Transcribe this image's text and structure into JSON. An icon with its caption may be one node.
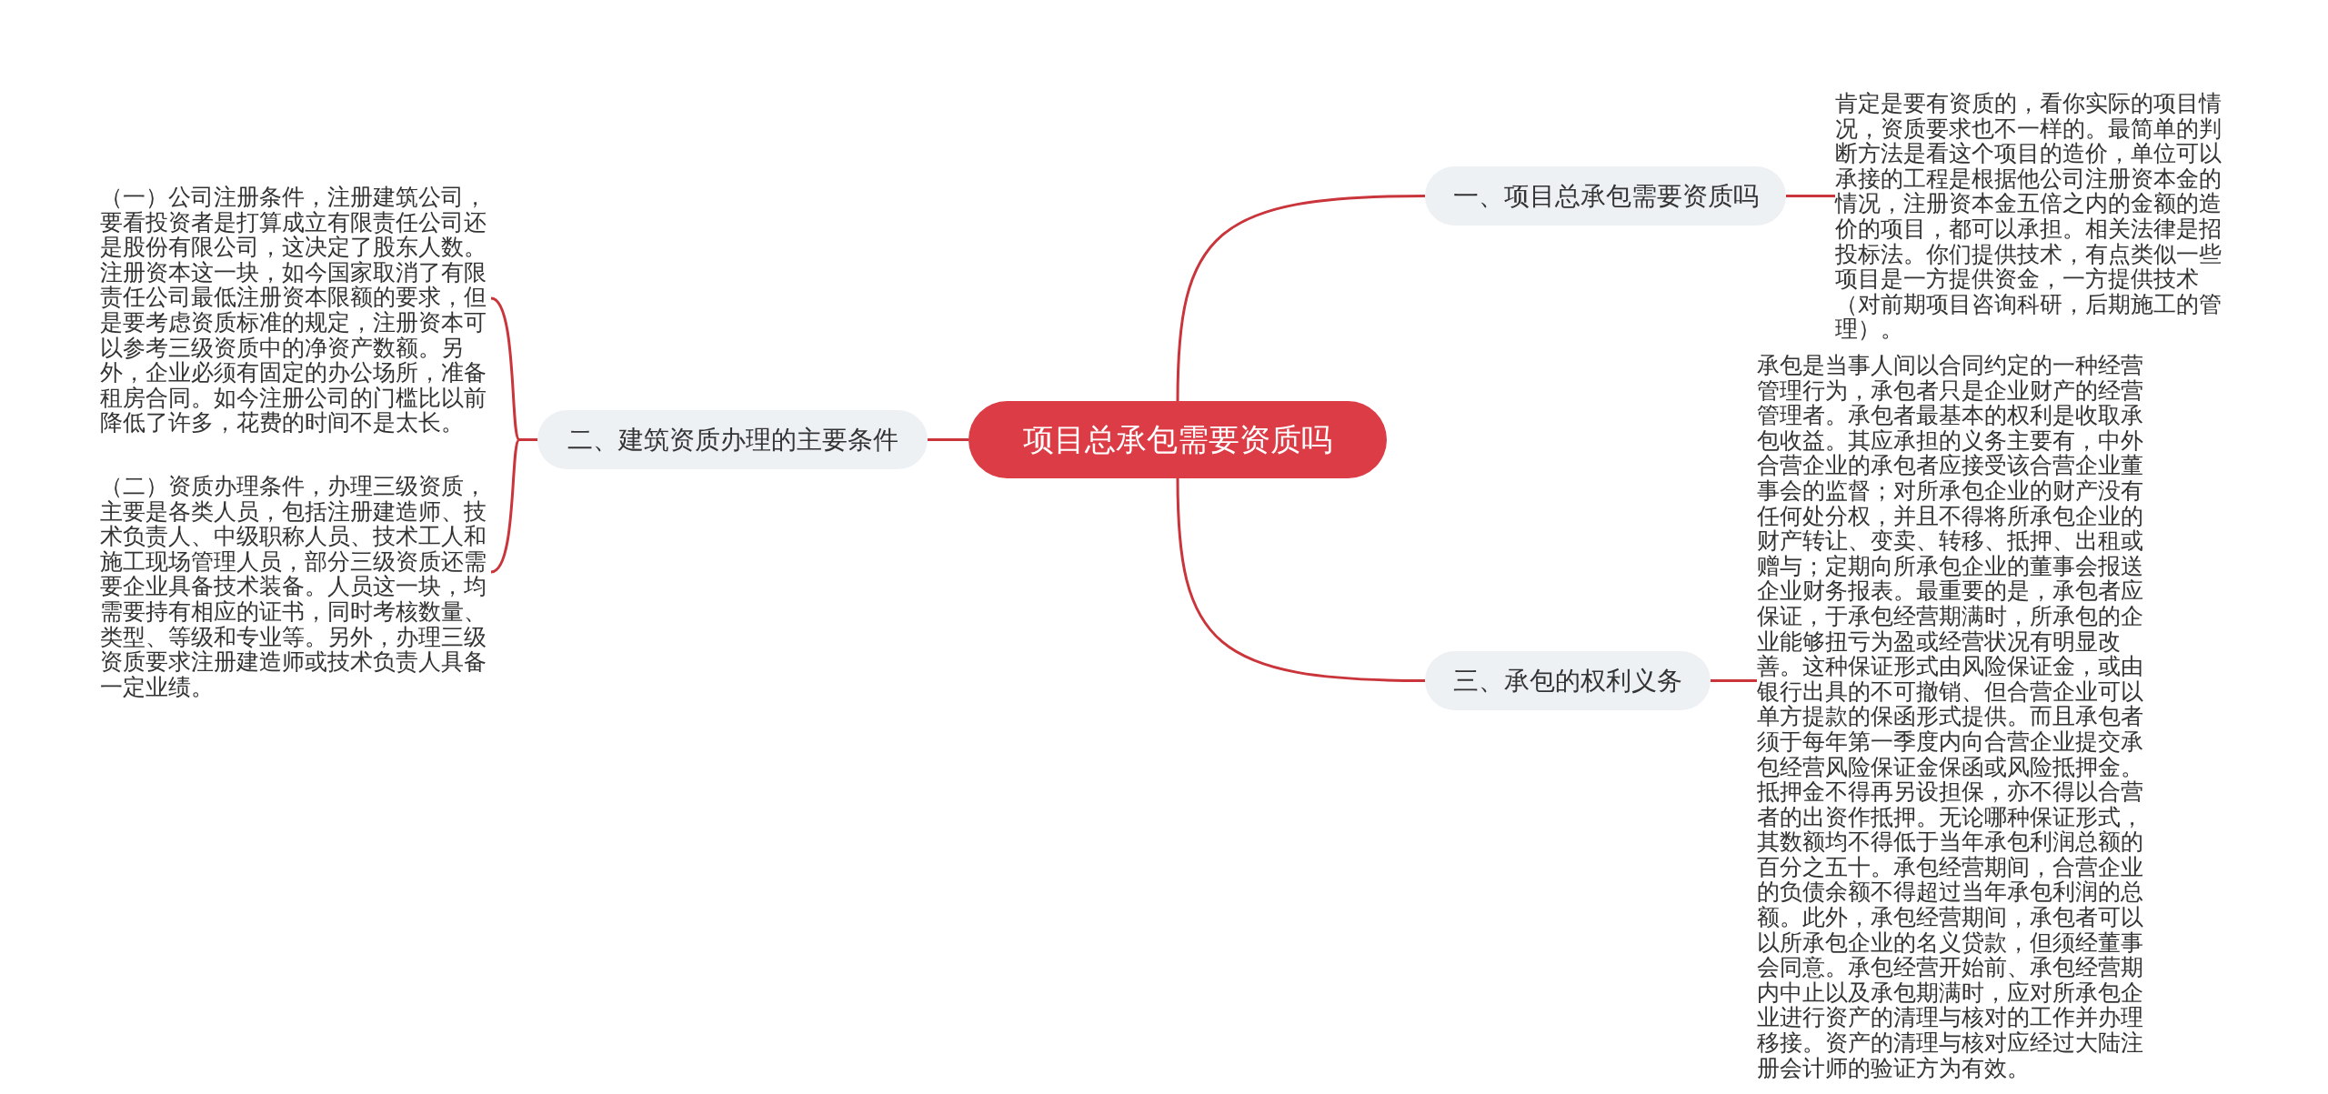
{
  "diagram": {
    "nodes": [
      {
        "text": [
          "项目总承包需要资质吗"
        ]
      },
      {
        "text": [
          "一、项目总承包需要资质吗"
        ]
      },
      {
        "text": [
          "肯定是要有资质的，看你实际的项目情况，资质要求也不一样的。最简单的判断方法是看这个项目的造价，单位可以承接的工程是根据他公司注册资本金的情况，注册资本金五倍之内的金额的造价的项目，都可以承担。相关法律是招投标法。你们提供技术，有点类似一些项目是一方提供资金，一方提供技术（对前期项目咨询科研，后期施工的管理）。"
        ]
      },
      {
        "text": [
          "二、建筑资质办理的主要条件"
        ]
      },
      {
        "text": [
          "（一）公司注册条件，注册建筑公司，要看投资者是打算成立有限责任公司还是股份有限公司，这决定了股东人数。注册资本这一块，如今国家取消了有限责任公司最低注册资本限额的要求，但是要考虑资质标准的规定，注册资本可以参考三级资质中的净资产数额。另外，企业必须有固定的办公场所，准备租房合同。如今注册公司的门槛比以前降低了许多，花费的时间不是太长。"
        ]
      },
      {
        "text": [
          "（二）资质办理条件，办理三级资质，主要是各类人员，包括注册建造师、技术负责人、中级职称人员、技术工人和施工现场管理人员，部分三级资质还需要企业具备技术装备。人员这一块，均需要持有相应的证书，同时考核数量、类型、等级和专业等。另外，办理三级资质要求注册建造师或技术负责人具备一定业绩。"
        ]
      },
      {
        "text": [
          "三、承包的权利义务"
        ]
      },
      {
        "text": [
          "承包是当事人间以合同约定的一种经营管理行为，承包者只是企业财产的经营管理者。承包者最基本的权利是收取承包收益。其应承担的义务主要有，中外合营企业的承包者应接受该合营企业董事会的监督；对所承包企业的财产没有任何处分权，并且不得将所承包企业的财产转让、变卖、转移、抵押、出租或赠与；定期向所承包企业的董事会报送企业财务报表。最重要的是，承包者应保证，于承包经营期满时，所承包的企业能够扭亏为盈或经营状况有明显改善。这种保证形式由风险保证金，或由银行出具的不可撤销、但合营企业可以单方提款的保函形式提供。而且承包者须于每年第一季度内向合营企业提交承包经营风险保证金保函或风险抵押金。抵押金不得再另设担保，亦不得以合营者的出资作抵押。无论哪种保证形式，其数额均不得低于当年承包利润总额的百分之五十。承包经营期间，合营企业的负债余额不得超过当年承包利润的总额。此外，承包经营期间，承包者可以以所承包企业的名义贷款，但须经董事会同意。承包经营开始前、承包经营期内中止以及承包期满时，应对所承包企业进行资产的清理与核对的工作并办理移接。资产的清理与核对应经过大陆注册会计师的验证方为有效。"
        ]
      }
    ],
    "edges": [
      {
        "from": 0,
        "to": 1,
        "arrow": "none"
      },
      {
        "from": 1,
        "to": 2,
        "arrow": "none"
      },
      {
        "from": 0,
        "to": 3,
        "arrow": "none"
      },
      {
        "from": 3,
        "to": 4,
        "arrow": "none"
      },
      {
        "from": 3,
        "to": 5,
        "arrow": "none"
      },
      {
        "from": 0,
        "to": 6,
        "arrow": "none"
      },
      {
        "from": 6,
        "to": 7,
        "arrow": "none"
      }
    ]
  }
}
